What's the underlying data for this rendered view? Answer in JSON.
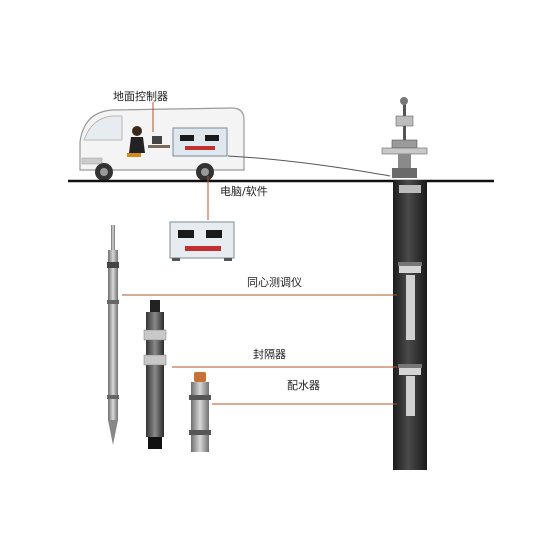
{
  "labels": {
    "ground_controller": "地面控制器",
    "computer_software": "电脑/软件",
    "concentric_tester": "同心测调仪",
    "packer": "封隔器",
    "water_distributor": "配水器"
  },
  "colors": {
    "leader_line": "#b4542a",
    "cable": "#555555",
    "ground": "#111111",
    "casing": "#2a2a2a",
    "tool_metal": "#9a9a9a"
  }
}
